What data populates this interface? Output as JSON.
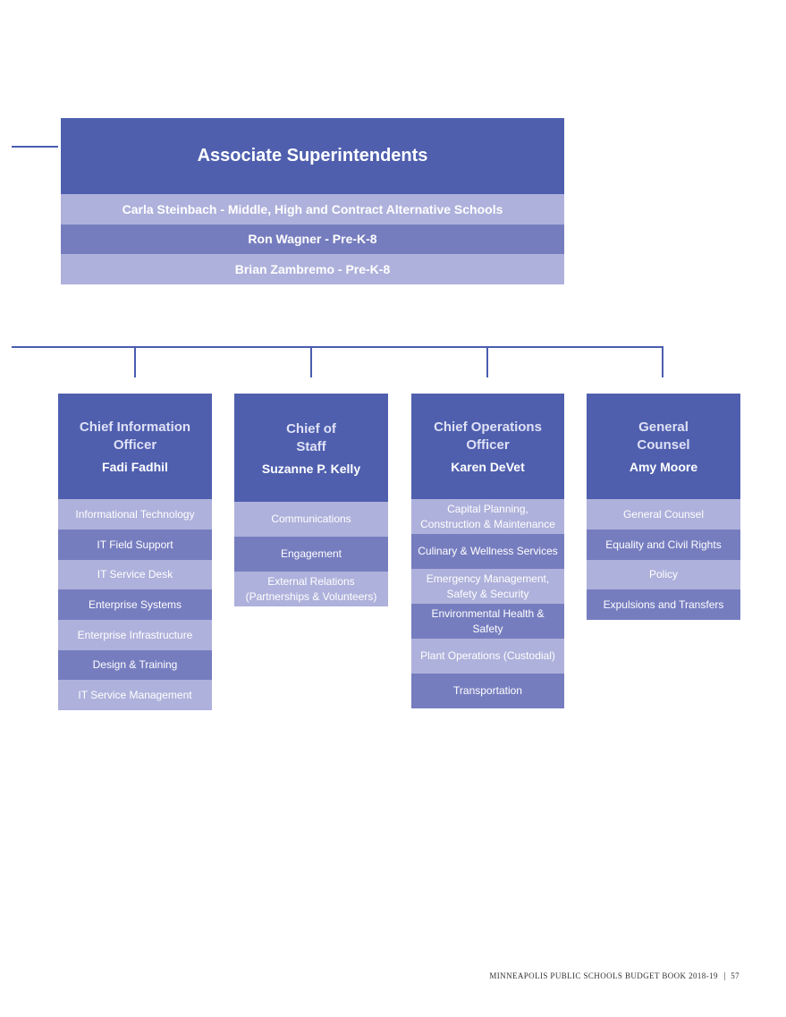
{
  "associate": {
    "title": "Associate Superintendents",
    "rows": [
      "Carla Steinbach - Middle, High and Contract Alternative Schools",
      "Ron Wagner - Pre-K-8",
      "Brian Zambremo - Pre-K-8"
    ]
  },
  "cards": [
    {
      "title_line1": "Chief Information",
      "title_line2": "Officer",
      "name": "Fadi Fadhil",
      "items": [
        "Informational Technology",
        "IT Field Support",
        "IT Service Desk",
        "Enterprise Systems",
        "Enterprise Infrastructure",
        "Design & Training",
        "IT Service Management"
      ]
    },
    {
      "title_line1": "Chief of",
      "title_line2": "Staff",
      "name": "Suzanne P. Kelly",
      "items": [
        "Communications",
        "Engagement",
        "External Relations (Partnerships & Volunteers)"
      ]
    },
    {
      "title_line1": "Chief Operations",
      "title_line2": "Officer",
      "name": "Karen DeVet",
      "items": [
        "Capital Planning, Construction & Maintenance",
        "Culinary & Wellness Services",
        "Emergency Management, Safety & Security",
        "Environmental Health & Safety",
        "Plant Operations (Custodial)",
        "Transportation"
      ]
    },
    {
      "title_line1": "General",
      "title_line2": "Counsel",
      "name": "Amy Moore",
      "items": [
        "General Counsel",
        "Equality and Civil Rights",
        "Policy",
        "Expulsions and Transfers"
      ]
    }
  ],
  "footer": {
    "book": "MINNEAPOLIS PUBLIC SCHOOLS BUDGET BOOK 2018-19",
    "page": "57"
  }
}
